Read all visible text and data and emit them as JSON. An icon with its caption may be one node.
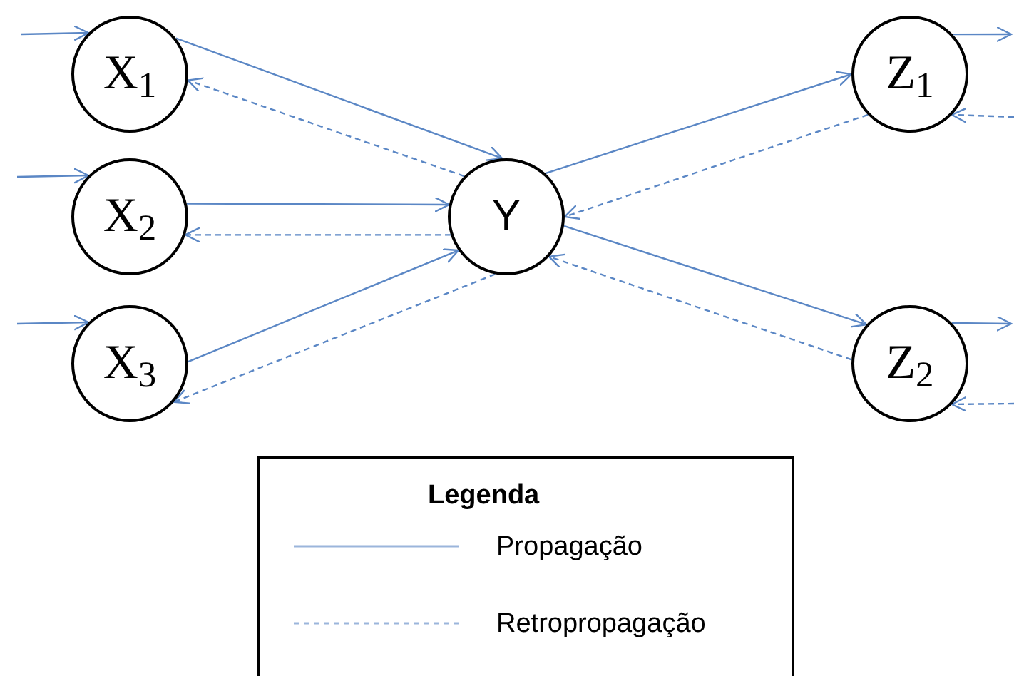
{
  "diagram": {
    "nodes": [
      {
        "text": [
          "X$_{1}$"
        ]
      },
      {
        "text": [
          "X$_{2}$"
        ]
      },
      {
        "text": [
          "X$_{3}$"
        ]
      },
      {
        "text": [
          "Y"
        ]
      },
      {
        "text": [
          "Z$_{1}$"
        ]
      },
      {
        "text": [
          "Z$_{2}$"
        ]
      }
    ],
    "edges": [
      {
        "from": null,
        "to": 0,
        "arrow": "to"
      },
      {
        "from": null,
        "to": 1,
        "arrow": "to"
      },
      {
        "from": null,
        "to": 2,
        "arrow": "to"
      },
      {
        "from": 0,
        "to": 3,
        "arrow": "to"
      },
      {
        "from": 3,
        "to": 0,
        "arrow": "to",
        "style": "dashed"
      },
      {
        "from": 1,
        "to": 3,
        "arrow": "to"
      },
      {
        "from": 3,
        "to": 1,
        "arrow": "to",
        "style": "dashed"
      },
      {
        "from": 2,
        "to": 3,
        "arrow": "to"
      },
      {
        "from": 3,
        "to": 2,
        "arrow": "to",
        "style": "dashed"
      },
      {
        "from": 3,
        "to": 4,
        "arrow": "to"
      },
      {
        "from": 4,
        "to": 3,
        "arrow": "to",
        "style": "dashed"
      },
      {
        "from": 3,
        "to": 5,
        "arrow": "to"
      },
      {
        "from": 5,
        "to": 3,
        "arrow": "to",
        "style": "dashed"
      },
      {
        "from": 4,
        "to": null,
        "arrow": "to"
      },
      {
        "from": null,
        "to": 4,
        "arrow": "to",
        "style": "dashed"
      },
      {
        "from": 5,
        "to": null,
        "arrow": "to"
      },
      {
        "from": null,
        "to": 5,
        "arrow": "to",
        "style": "dashed"
      }
    ],
    "labels": [
      "Legenda"
    ],
    "legend": [
      {
        "text": "Propagação"
      },
      {
        "text": "Retropropagação"
      }
    ]
  }
}
